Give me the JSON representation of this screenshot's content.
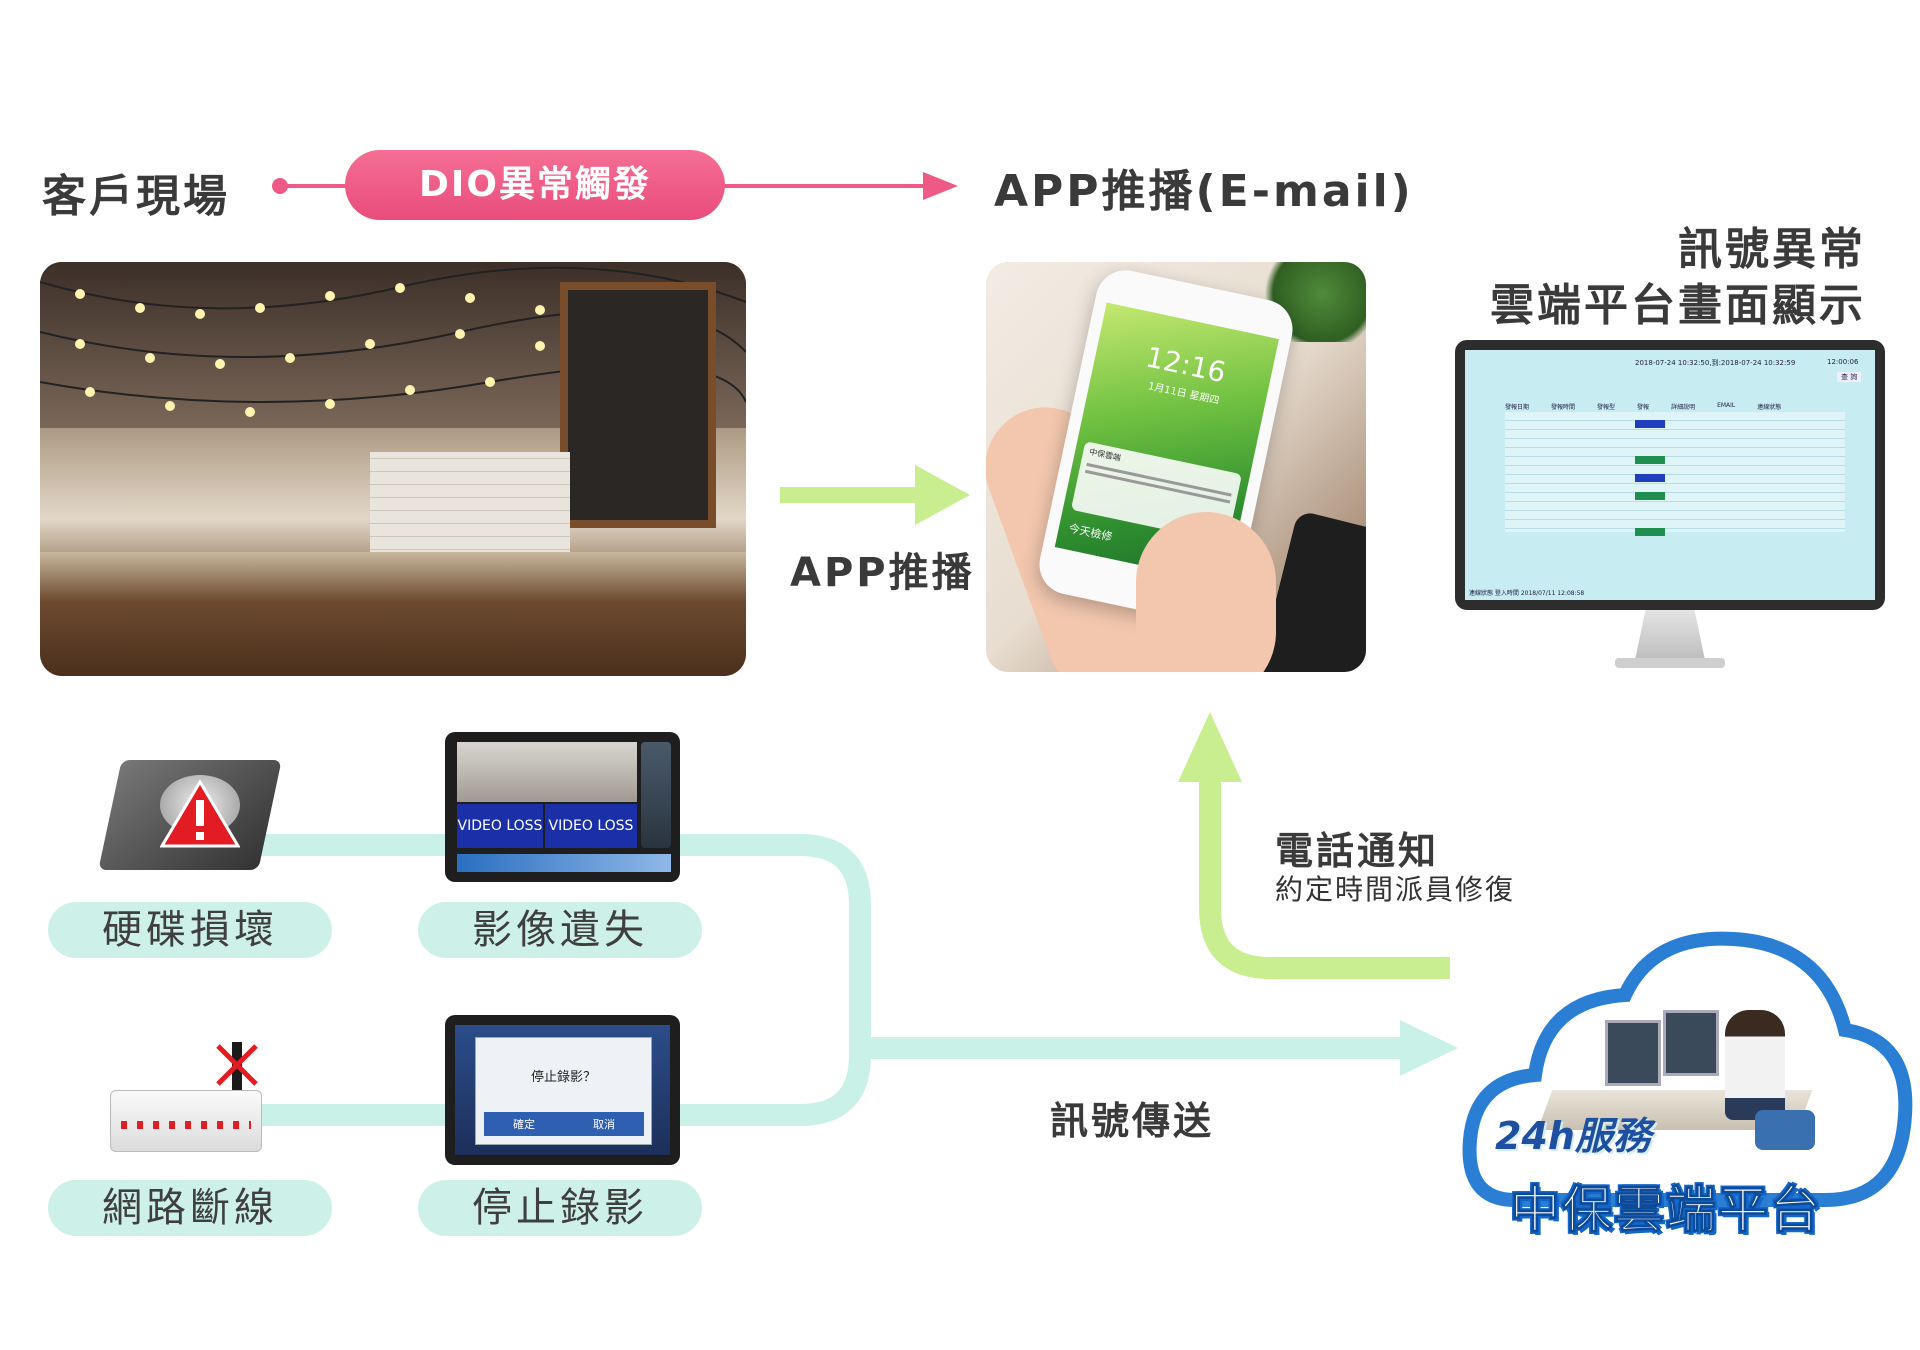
{
  "header": {
    "site_label": "客戶現場",
    "trigger_pill": "DIO異常觸發",
    "app_push_email": "APP推播(E-mail)"
  },
  "right_panel": {
    "title_line1": "訊號異常",
    "title_line2": "雲端平台畫面顯示"
  },
  "middle": {
    "app_push_label": "APP推播"
  },
  "phone": {
    "time": "12:16",
    "date": "1月11日 星期四",
    "notif_app": "中保雲端",
    "notif_text": "今天檢修"
  },
  "monitor": {
    "header_text": "2018-07-24 10:32:50,到:2018-07-24 10:32:59",
    "clock": "12:00:06",
    "button": "查 詢",
    "columns": [
      "發報日期",
      "發報時間",
      "發報型",
      "發報",
      "詳細說明",
      "EMAIL",
      "連線狀態"
    ],
    "status_bar": "連線狀態  登入時間  2018/07/11 12:08:58"
  },
  "events": {
    "hdd": "硬碟損壞",
    "video_loss": "影像遺失",
    "network": "網路斷線",
    "stop_record": "停止錄影",
    "video_loss_tag_1": "VIDEO LOSS",
    "video_loss_tag_2": "VIDEO LOSS",
    "stop_dialog_title": "停止錄影？",
    "stop_dialog_ok": "確定",
    "stop_dialog_cancel": "取消"
  },
  "flow": {
    "signal_send": "訊號傳送",
    "phone_notify": "電話通知",
    "phone_notify_sub": "約定時間派員修復"
  },
  "cloud": {
    "service_24h": "24h服務",
    "platform_name": "中保雲端平台"
  },
  "colors": {
    "pink": "#ee5a86",
    "green_arrow": "#c9ee8f",
    "mint_line": "#c9f1e8",
    "cloud_blue": "#2a7fd4"
  }
}
